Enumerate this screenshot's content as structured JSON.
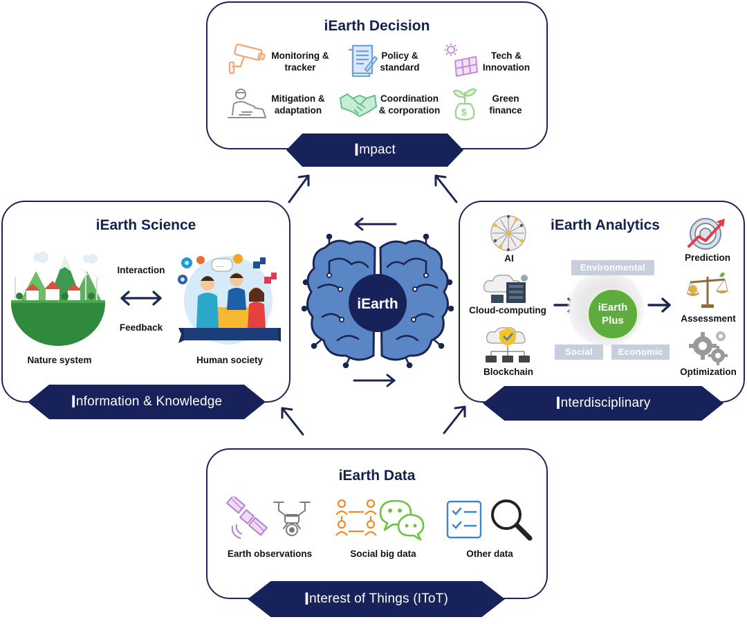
{
  "decision": {
    "title": "iEarth Decision",
    "items": [
      {
        "label": "Monitoring & tracker",
        "icon": "surveillance-camera-icon"
      },
      {
        "label": "Policy & standard",
        "icon": "policy-document-icon"
      },
      {
        "label": "Tech & Innovation",
        "icon": "solar-panel-icon"
      },
      {
        "label": "Mitigation & adaptation",
        "icon": "mitigation-icon"
      },
      {
        "label": "Coordination & corporation",
        "icon": "handshake-icon"
      },
      {
        "label": "Green finance",
        "icon": "money-plant-icon"
      }
    ],
    "banner_initial": "I",
    "banner_rest": "mpact"
  },
  "science": {
    "title": "iEarth Science",
    "interaction": "Interaction",
    "feedback": "Feedback",
    "nature": "Nature system",
    "human": "Human society",
    "banner_initial": "I",
    "banner_rest": "nformation & Knowledge"
  },
  "analytics": {
    "title": "iEarth Analytics",
    "ai": "AI",
    "cloud": "Cloud-computing",
    "blockchain": "Blockchain",
    "environmental": "Environmental",
    "social": "Social",
    "economic": "Economic",
    "plus_line1": "iEarth",
    "plus_line2": "Plus",
    "prediction": "Prediction",
    "assessment": "Assessment",
    "optimization": "Optimization",
    "banner_initial": "I",
    "banner_rest": "nterdisciplinary"
  },
  "data": {
    "title": "iEarth Data",
    "earth_obs": "Earth observations",
    "social_big": "Social big data",
    "other": "Other data",
    "banner_initial": "I",
    "banner_rest": "nterest of Things (IToT)"
  },
  "center": {
    "label": "iEarth"
  },
  "colors": {
    "navy": "#17225a",
    "brain_fill": "#5b86c6",
    "green_plus": "#5dac3d",
    "tag_gray": "#c7cede"
  }
}
